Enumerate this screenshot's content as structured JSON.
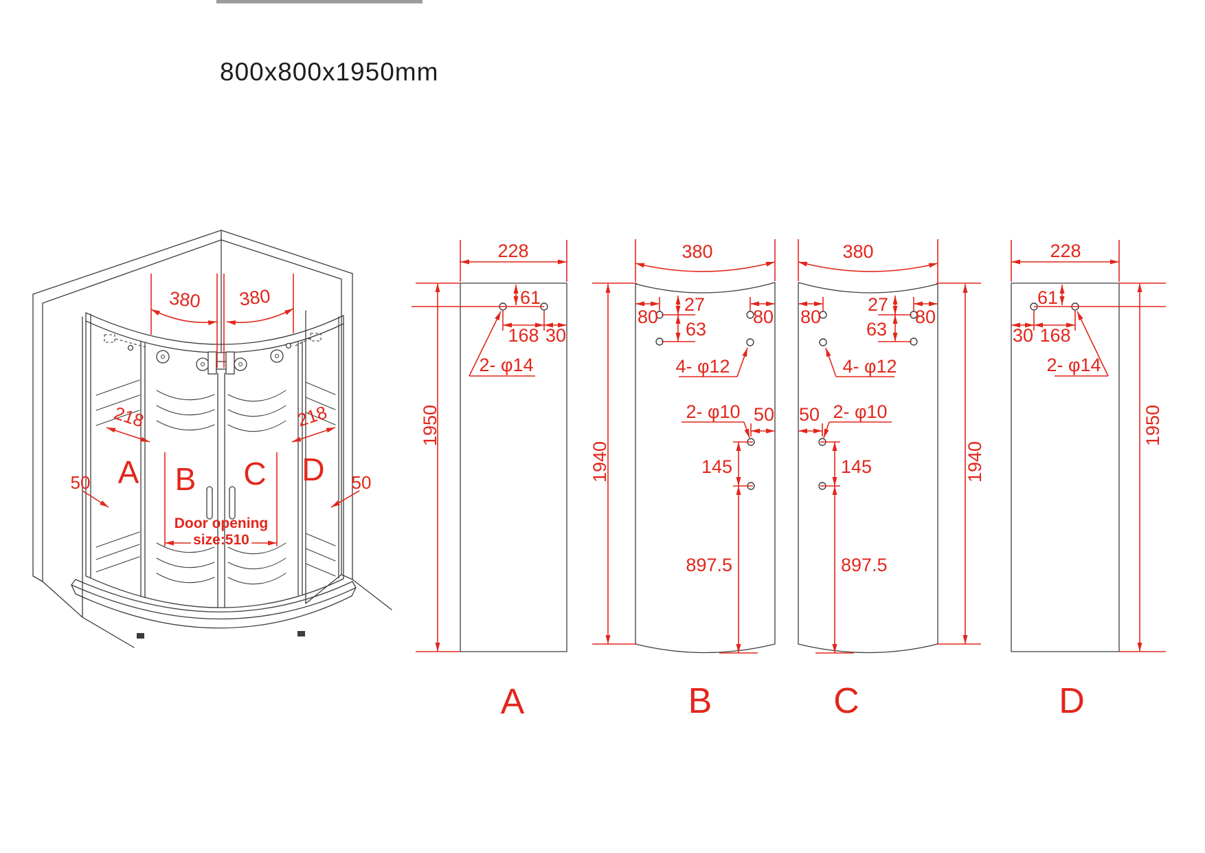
{
  "title": "800x800x1950mm",
  "colors": {
    "dimension_red": "#e2261b",
    "drawing_line": "#3c3c3c",
    "top_bar_gray": "#9c9c9c"
  },
  "iso": {
    "dim_380_left": "380",
    "dim_380_right": "380",
    "dim_218_left": "218",
    "dim_218_right": "218",
    "dim_50_left": "50",
    "dim_50_right": "50",
    "door_opening_l1": "Door opening",
    "door_opening_l2": "size:510",
    "label_a": "A",
    "label_b": "B",
    "label_c": "C",
    "label_d": "D"
  },
  "panel_a": {
    "label": "A",
    "width": "228",
    "height": "1950",
    "dim_61": "61",
    "dim_168": "168",
    "dim_30": "30",
    "holes_label": "2- φ14"
  },
  "panel_b": {
    "label": "B",
    "width": "380",
    "height": "1940",
    "dim_80_left": "80",
    "dim_80_right": "80",
    "dim_27": "27",
    "dim_63": "63",
    "holes_top_label": "4- φ12",
    "holes_handle_label": "2- φ10",
    "dim_50": "50",
    "dim_145": "145",
    "dim_897": "897.5"
  },
  "panel_c": {
    "label": "C",
    "width": "380",
    "height": "1940",
    "dim_80_left": "80",
    "dim_80_right": "80",
    "dim_27": "27",
    "dim_63": "63",
    "holes_top_label": "4- φ12",
    "holes_handle_label": "2- φ10",
    "dim_50": "50",
    "dim_145": "145",
    "dim_897": "897.5"
  },
  "panel_d": {
    "label": "D",
    "width": "228",
    "height": "1950",
    "dim_61": "61",
    "dim_168": "168",
    "dim_30": "30",
    "holes_label": "2- φ14"
  }
}
